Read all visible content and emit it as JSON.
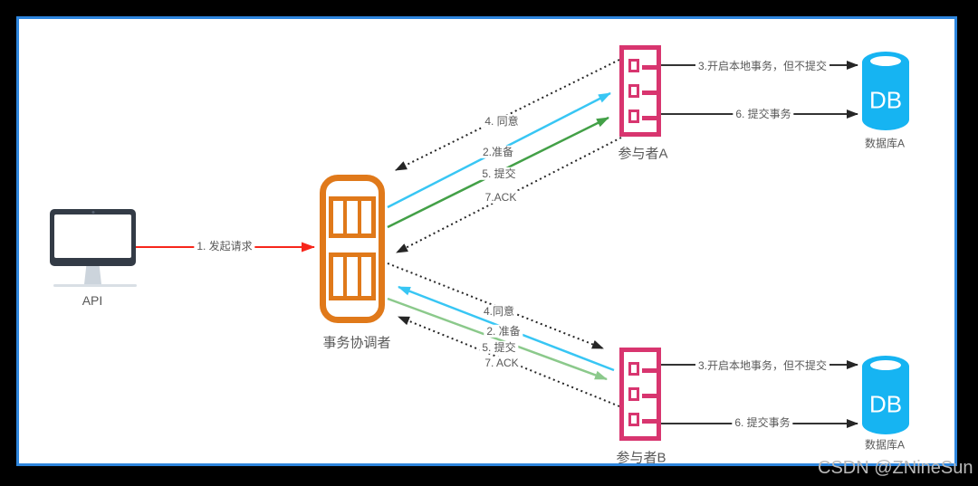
{
  "colors": {
    "border_blue": "#2e86de",
    "outside_background": "#000000",
    "canvas_background": "#ffffff",
    "coordinator_orange": "#e0791a",
    "participant_pink": "#d8356f",
    "database_cyan": "#16b4f2",
    "request_red": "#f7261b",
    "prepare_cyan": "#38c6f4",
    "commit_green": "#43a047",
    "commit_green_light": "#8bc98b",
    "dotted_black": "#262626",
    "label_gray": "#595959"
  },
  "nodes": {
    "api": {
      "label": "API"
    },
    "coordinator": {
      "label": "事务协调者"
    },
    "participant_a": {
      "label": "参与者A"
    },
    "participant_b": {
      "label": "参与者B"
    },
    "db_a": {
      "text": "DB",
      "caption": "数据库A"
    },
    "db_b": {
      "text": "DB",
      "caption": "数据库A"
    }
  },
  "edges": {
    "request": "1. 发起请求",
    "a_agree": "4. 同意",
    "a_prepare": "2.准备",
    "a_commit": "5. 提交",
    "a_ack": "7.ACK",
    "b_agree": "4.同意",
    "b_prepare": "2. 准备",
    "b_commit": "5. 提交",
    "b_ack": "7. ACK",
    "a_begin_local": "3.开启本地事务，但不提交",
    "a_commit_tx": "6. 提交事务",
    "b_begin_local": "3.开启本地事务，但不提交",
    "b_commit_tx": "6. 提交事务"
  },
  "watermark": "CSDN @ZNineSun"
}
